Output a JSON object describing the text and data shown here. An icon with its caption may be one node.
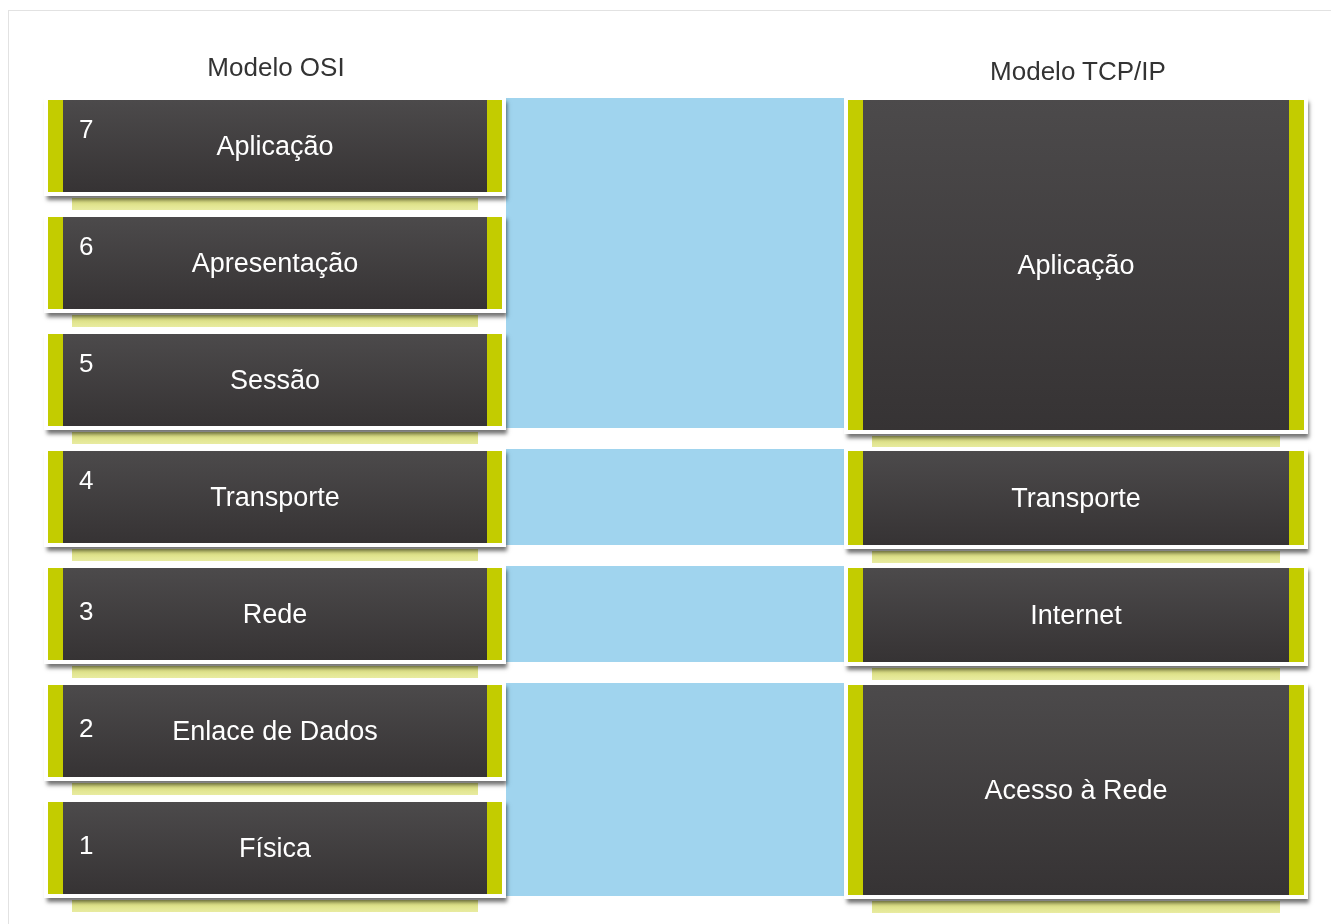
{
  "diagram": {
    "nodes": [
      {
        "text": [
          "7",
          "Aplicação"
        ]
      },
      {
        "text": [
          "6",
          "Apresentação"
        ]
      },
      {
        "text": [
          "5",
          "Sessão"
        ]
      },
      {
        "text": [
          "4",
          "Transporte"
        ]
      },
      {
        "text": [
          "3",
          "Rede"
        ]
      },
      {
        "text": [
          "2",
          "Enlace de Dados"
        ]
      },
      {
        "text": [
          "1",
          "Física"
        ]
      },
      {
        "text": [
          "Aplicação"
        ]
      },
      {
        "text": [
          "Transporte"
        ]
      },
      {
        "text": [
          "Internet"
        ]
      },
      {
        "text": [
          "Acesso à Rede"
        ]
      }
    ],
    "edges": [
      {
        "from": 0,
        "to": 7,
        "arrow": "none",
        "style": "thick",
        "color": "#a0d4ee"
      },
      {
        "from": 1,
        "to": 7,
        "arrow": "none",
        "style": "thick",
        "color": "#a0d4ee"
      },
      {
        "from": 2,
        "to": 7,
        "arrow": "none",
        "style": "thick",
        "color": "#a0d4ee"
      },
      {
        "from": 3,
        "to": 8,
        "arrow": "none",
        "style": "thick",
        "color": "#a0d4ee"
      },
      {
        "from": 4,
        "to": 9,
        "arrow": "none",
        "style": "thick",
        "color": "#a0d4ee"
      },
      {
        "from": 5,
        "to": 10,
        "arrow": "none",
        "style": "thick",
        "color": "#a0d4ee"
      },
      {
        "from": 6,
        "to": 10,
        "arrow": "none",
        "style": "thick",
        "color": "#a0d4ee"
      }
    ],
    "labels": [
      "Modelo OSI",
      "Modelo TCP/IP"
    ]
  }
}
